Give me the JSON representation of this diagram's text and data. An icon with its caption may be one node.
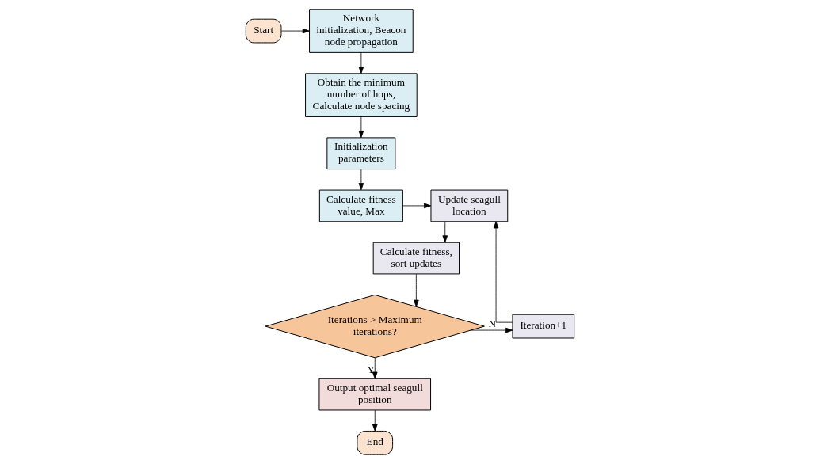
{
  "diagram": {
    "nodes": [
      {
        "text": [
          "Start"
        ]
      },
      {
        "text": [
          "Network initialization, Beacon node propagation"
        ]
      },
      {
        "text": [
          "Obtain the minimum number of hops, Calculate node spacing"
        ]
      },
      {
        "text": [
          "Initialization parameters"
        ]
      },
      {
        "text": [
          "Calculate fitness value, Max"
        ]
      },
      {
        "text": [
          "Update seagull location"
        ]
      },
      {
        "text": [
          "Calculate fitness, sort updates"
        ]
      },
      {
        "text": [
          "Iterations > Maximum iterations?"
        ]
      },
      {
        "text": [
          "Output optimal seagull position"
        ]
      },
      {
        "text": [
          "End"
        ]
      },
      {
        "text": [
          "Iteration+1"
        ]
      }
    ],
    "edges": [
      {
        "from": 0,
        "to": 1,
        "arrow": "to"
      },
      {
        "from": 1,
        "to": 2,
        "arrow": "to"
      },
      {
        "from": 2,
        "to": 3,
        "arrow": "to"
      },
      {
        "from": 3,
        "to": 4,
        "arrow": "to"
      },
      {
        "from": 4,
        "to": 5,
        "arrow": "to"
      },
      {
        "from": 5,
        "to": 6,
        "arrow": "to"
      },
      {
        "from": 6,
        "to": 7,
        "arrow": "to"
      },
      {
        "from": 7,
        "to": 8,
        "arrow": "to",
        "label": "Y"
      },
      {
        "from": 8,
        "to": 9,
        "arrow": "to"
      },
      {
        "from": 7,
        "to": 10,
        "arrow": "to",
        "label": "N"
      },
      {
        "from": 10,
        "to": 5,
        "arrow": "to"
      }
    ]
  }
}
